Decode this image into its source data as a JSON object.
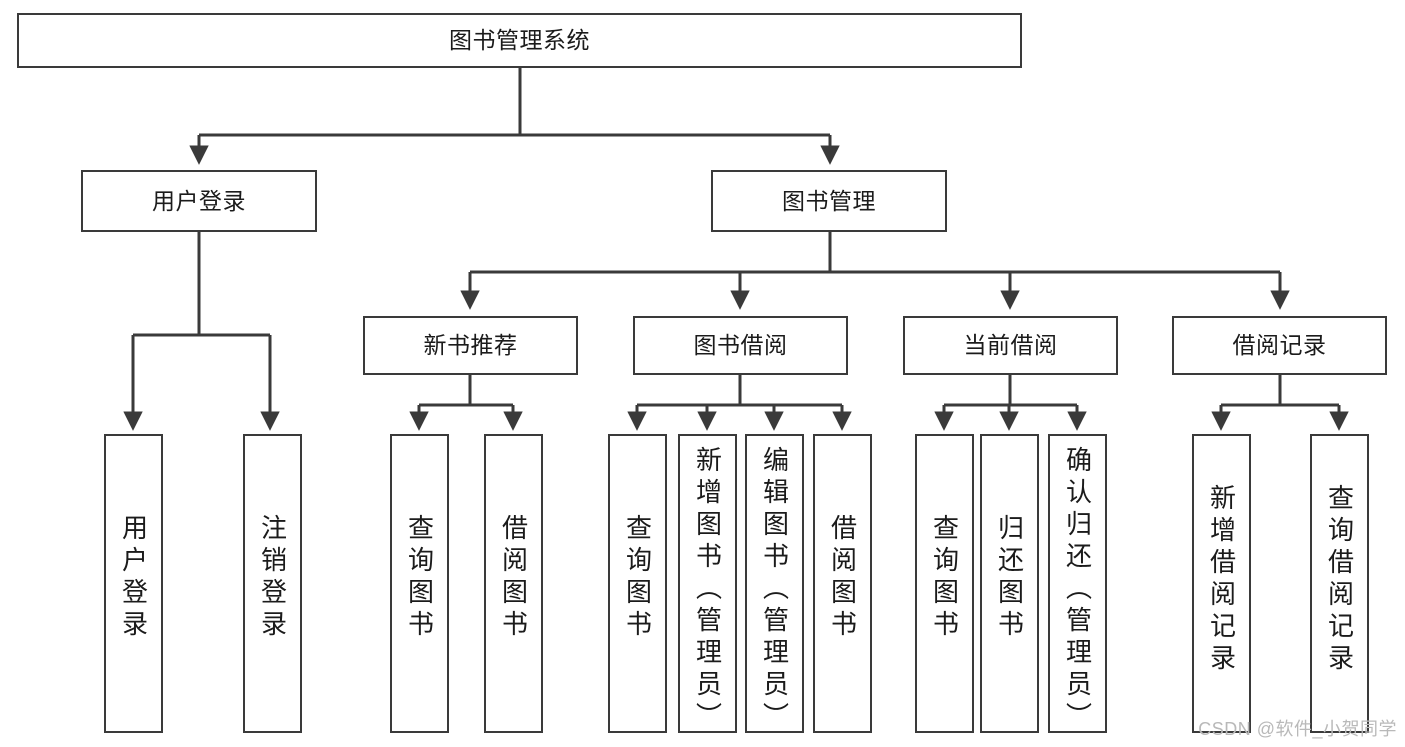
{
  "diagram": {
    "title": "图书管理系统",
    "type": "hierarchy-tree",
    "accent_line_color": "#3a3a3a",
    "box_fill_color": "#ffffff",
    "text_color": "#1b1b1b",
    "watermark": "CSDN @软件_小贺同学",
    "levels": {
      "root": {
        "label": "图书管理系统"
      },
      "level2": [
        {
          "label": "用户登录"
        },
        {
          "label": "图书管理"
        }
      ],
      "level3": [
        {
          "label": "新书推荐"
        },
        {
          "label": "图书借阅"
        },
        {
          "label": "当前借阅"
        },
        {
          "label": "借阅记录"
        }
      ],
      "leaves": [
        {
          "label": "用户登录",
          "parent": "用户登录"
        },
        {
          "label": "注销登录",
          "parent": "用户登录"
        },
        {
          "label": "查询图书",
          "parent": "新书推荐"
        },
        {
          "label": "借阅图书",
          "parent": "新书推荐"
        },
        {
          "label": "查询图书",
          "parent": "图书借阅"
        },
        {
          "label": "新增图书（管理员）",
          "parent": "图书借阅"
        },
        {
          "label": "编辑图书（管理员）",
          "parent": "图书借阅"
        },
        {
          "label": "借阅图书",
          "parent": "图书借阅"
        },
        {
          "label": "查询图书",
          "parent": "当前借阅"
        },
        {
          "label": "归还图书",
          "parent": "当前借阅"
        },
        {
          "label": "确认归还（管理员）",
          "parent": "当前借阅"
        },
        {
          "label": "新增借阅记录",
          "parent": "借阅记录"
        },
        {
          "label": "查询借阅记录",
          "parent": "借阅记录"
        }
      ]
    }
  }
}
